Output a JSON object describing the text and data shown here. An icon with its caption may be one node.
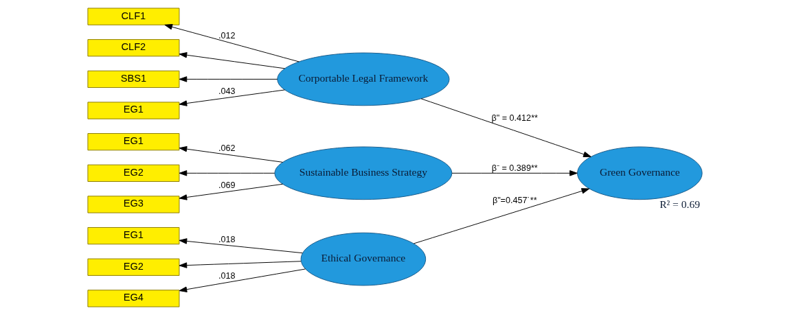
{
  "diagram": {
    "nodes": [
      {
        "text": [
          "CLF1"
        ]
      },
      {
        "text": [
          "CLF2"
        ]
      },
      {
        "text": [
          "SBS1"
        ]
      },
      {
        "text": [
          "EG1"
        ]
      },
      {
        "text": [
          "Corportable Legal Framework"
        ]
      },
      {
        "text": [
          "EG1"
        ]
      },
      {
        "text": [
          "EG2"
        ]
      },
      {
        "text": [
          "EG3"
        ]
      },
      {
        "text": [
          "Sustainable Business Strategy"
        ]
      },
      {
        "text": [
          "EG1"
        ]
      },
      {
        "text": [
          "EG2"
        ]
      },
      {
        "text": [
          "EG4"
        ]
      },
      {
        "text": [
          "Ethical Governance"
        ]
      },
      {
        "text": [
          "Green Governance"
        ],
        "beside": [
          "R² = 0.69"
        ]
      }
    ],
    "edges": [
      {
        "from": 4,
        "to": 0,
        "arrow": "to",
        "label": ".012"
      },
      {
        "from": 4,
        "to": 1,
        "arrow": "to"
      },
      {
        "from": 4,
        "to": 2,
        "arrow": "to"
      },
      {
        "from": 4,
        "to": 3,
        "arrow": "to",
        "label": ".043"
      },
      {
        "from": 8,
        "to": 5,
        "arrow": "to",
        "label": ".062"
      },
      {
        "from": 8,
        "to": 6,
        "arrow": "to"
      },
      {
        "from": 8,
        "to": 7,
        "arrow": "to",
        "label": ".069"
      },
      {
        "from": 12,
        "to": 9,
        "arrow": "to",
        "label": ".018"
      },
      {
        "from": 12,
        "to": 10,
        "arrow": "to"
      },
      {
        "from": 12,
        "to": 11,
        "arrow": "to",
        "label": ".018"
      },
      {
        "from": 4,
        "to": 13,
        "arrow": "to",
        "label": "β\" = 0.412**"
      },
      {
        "from": 8,
        "to": 13,
        "arrow": "to",
        "label": "β⁻ = 0.389**"
      },
      {
        "from": 12,
        "to": 13,
        "arrow": "to",
        "label": "β\"=0.457˙**"
      }
    ]
  }
}
